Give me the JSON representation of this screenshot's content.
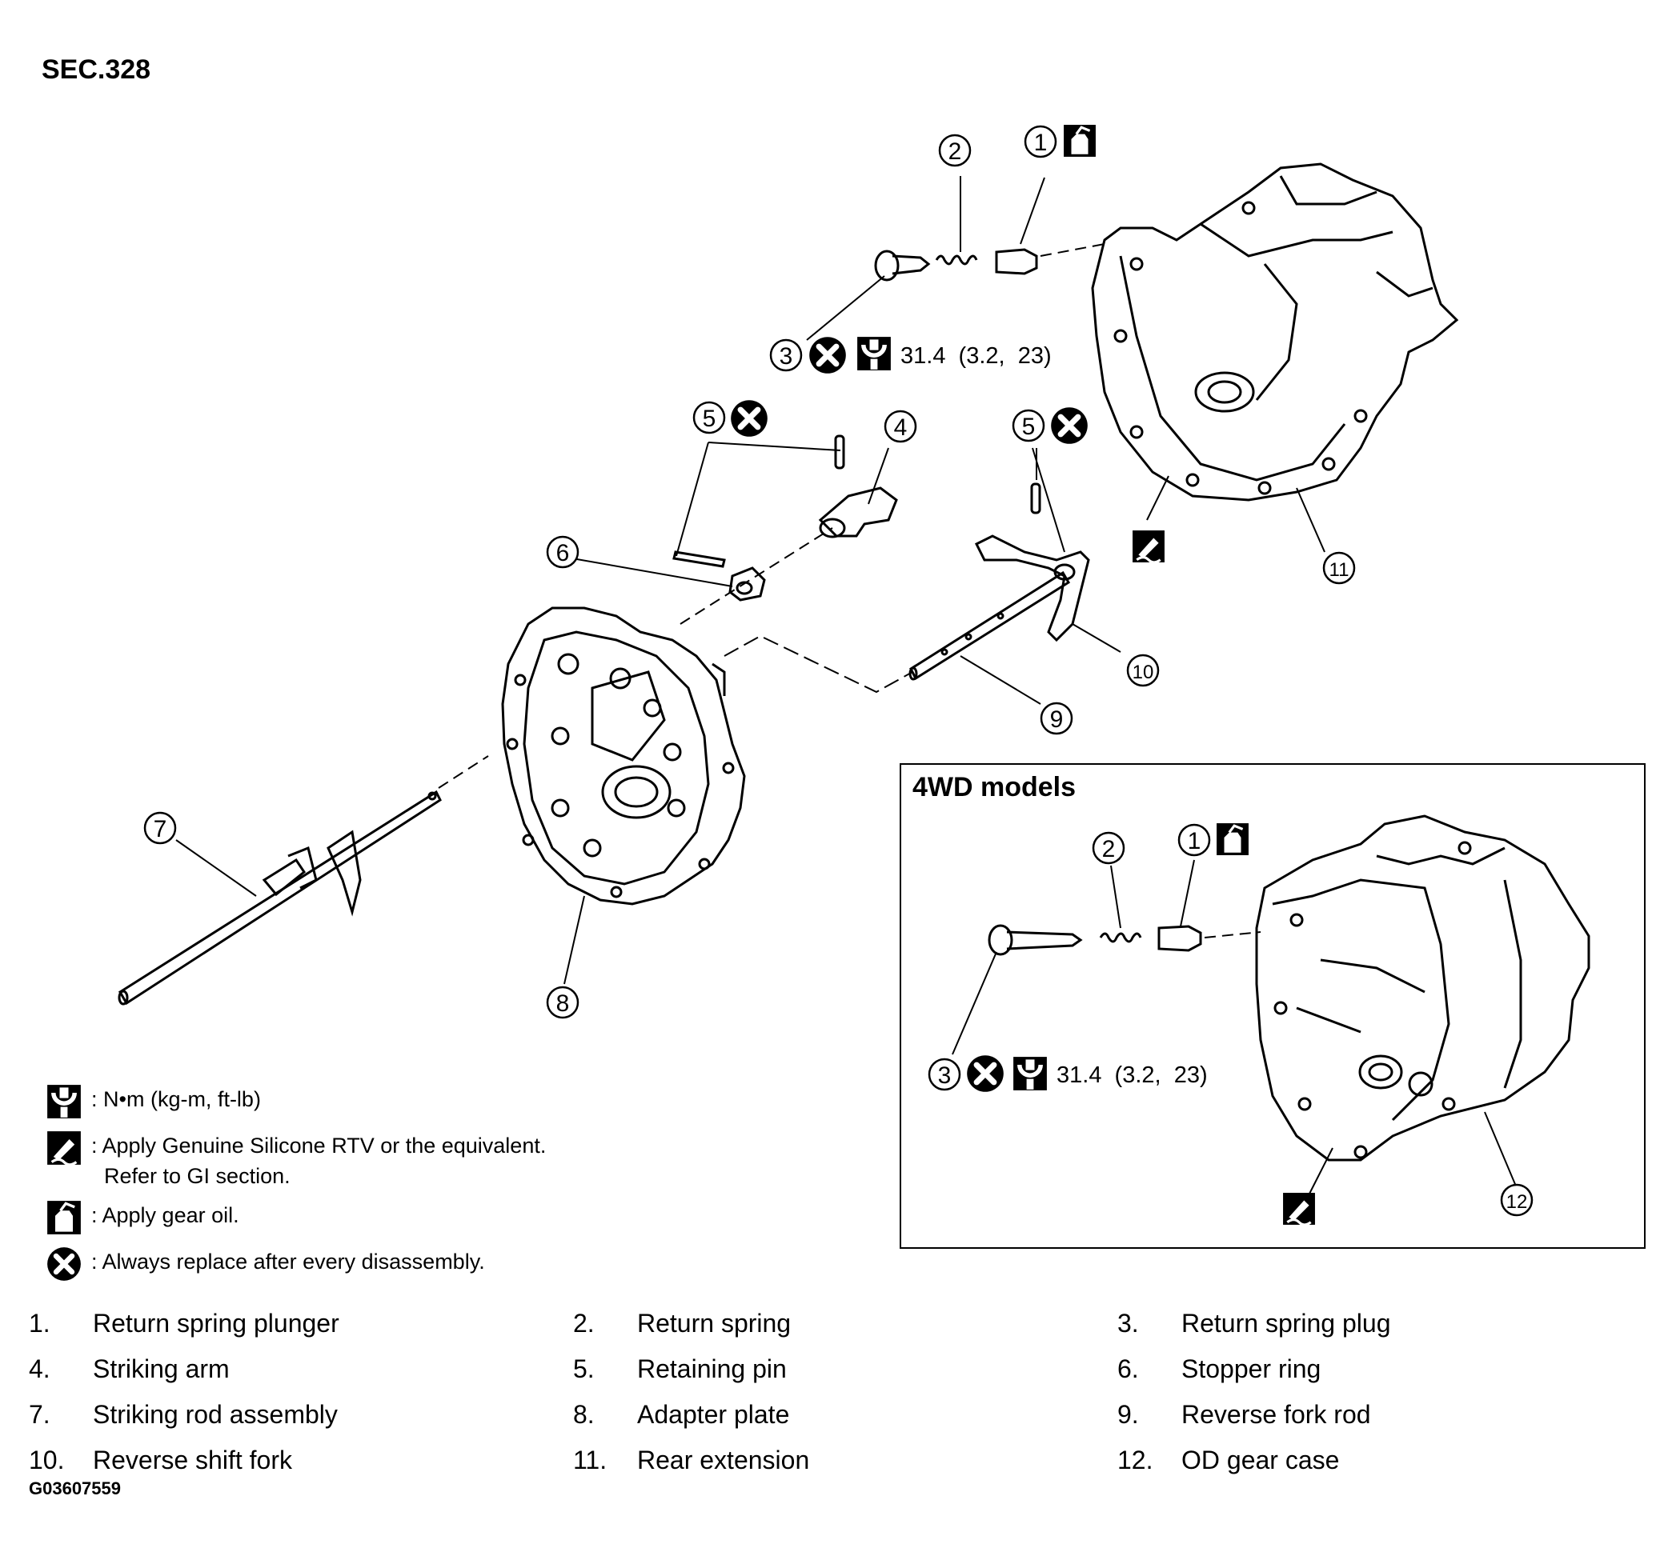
{
  "section_title": "SEC.328",
  "inset_title": "4WD models",
  "torque_main": "31.4  (3.2,  23)",
  "torque_inset": "31.4  (3.2,  23)",
  "callouts": [
    "1",
    "2",
    "3",
    "4",
    "5",
    "6",
    "7",
    "8",
    "9",
    "10",
    "11",
    "12"
  ],
  "legend": [
    {
      "icon": "torque-wrench-icon",
      "text": ": N•m (kg-m, ft-lb)",
      "text2": ""
    },
    {
      "icon": "sealant-icon",
      "text": ": Apply Genuine Silicone RTV or the equivalent.",
      "text2": "Refer to GI section."
    },
    {
      "icon": "oil-can-icon",
      "text": ": Apply gear oil.",
      "text2": ""
    },
    {
      "icon": "replace-icon",
      "text": ": Always replace after every disassembly.",
      "text2": ""
    }
  ],
  "parts": [
    {
      "num": "1.",
      "name": "Return spring plunger"
    },
    {
      "num": "2.",
      "name": "Return spring"
    },
    {
      "num": "3.",
      "name": "Return spring plug"
    },
    {
      "num": "4.",
      "name": "Striking arm"
    },
    {
      "num": "5.",
      "name": "Retaining pin"
    },
    {
      "num": "6.",
      "name": "Stopper ring"
    },
    {
      "num": "7.",
      "name": "Striking rod assembly"
    },
    {
      "num": "8.",
      "name": "Adapter plate"
    },
    {
      "num": "9.",
      "name": "Reverse fork rod"
    },
    {
      "num": "10.",
      "name": "Reverse shift fork"
    },
    {
      "num": "11.",
      "name": "Rear extension"
    },
    {
      "num": "12.",
      "name": "OD gear case"
    }
  ],
  "figure_id": "G03607559"
}
